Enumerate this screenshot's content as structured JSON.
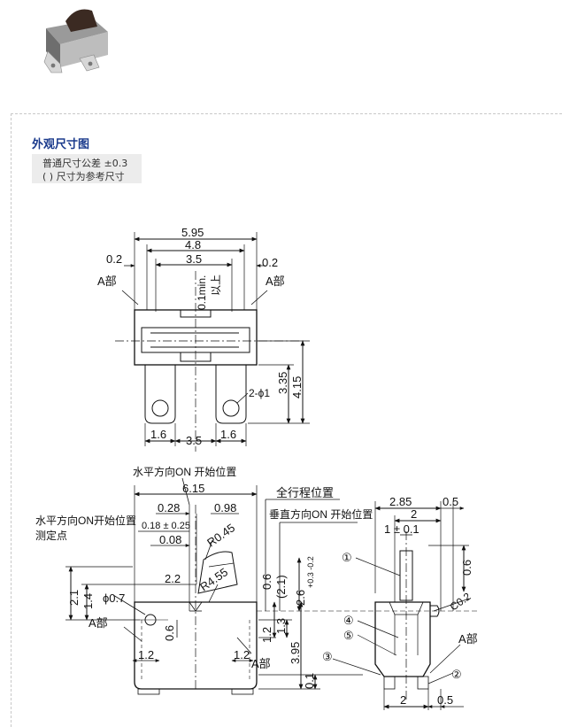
{
  "section": {
    "title": "外观尺寸图",
    "notes": [
      "普通尺寸公差 ±0.3",
      "( ) 尺寸为参考尺寸"
    ]
  },
  "top_view": {
    "width_overall": "5.95",
    "width_inner": "4.8",
    "width_center": "3.5",
    "gap_left": "0.2",
    "gap_right": "0.2",
    "a_part_left": "A部",
    "a_part_right": "A部",
    "min_clearance": "0.1min.",
    "min_clearance_suffix": "以上",
    "height_upper": "3.35",
    "height_total": "4.15",
    "hole": "2-ϕ1",
    "terminal_left": "1.6",
    "terminal_pitch": "3.5",
    "terminal_right": "1.6"
  },
  "front_view": {
    "horizontal_on_label": "水平方向ON 开始位置",
    "horizontal_on_measure_label": "水平方向ON开始位置",
    "measure_point": "测定点",
    "width_overall": "6.15",
    "offset_028": "0.28",
    "offset_098": "0.98",
    "tol_018": "0.18 ± 0.25",
    "offset_008": "0.08",
    "radius_045": "R0.45",
    "radius_455": "R4.55",
    "dim_22": "2.2",
    "dim_21": "2.1",
    "dim_14": "1.4",
    "hole_07": "ϕ0.7",
    "dim_06": "0.6",
    "a_part_left": "A部",
    "a_part_right": "A部",
    "foot_left": "1.2",
    "foot_right": "1.2",
    "dim_12v": "1.2",
    "dim_13": "1.3",
    "dim_395": "3.95",
    "dim_01": "0.1",
    "full_travel": "全行程位置",
    "vertical_on": "垂直方向ON 开始位置",
    "dim_06b": "0.6",
    "dim_21ref": "(2.1)",
    "dim_26": "2.6",
    "dim_26_tol": "+0.3 -0.2"
  },
  "side_view": {
    "width_285": "2.85",
    "width_2": "2",
    "width_05": "0.5",
    "tol_1": "1 ± 0.1",
    "dim_06": "0.6",
    "chamfer": "C0.2",
    "a_part": "A部",
    "callouts": [
      "①",
      "②",
      "③",
      "④",
      "⑤"
    ],
    "bottom_2": "2",
    "bottom_05": "0.5"
  }
}
